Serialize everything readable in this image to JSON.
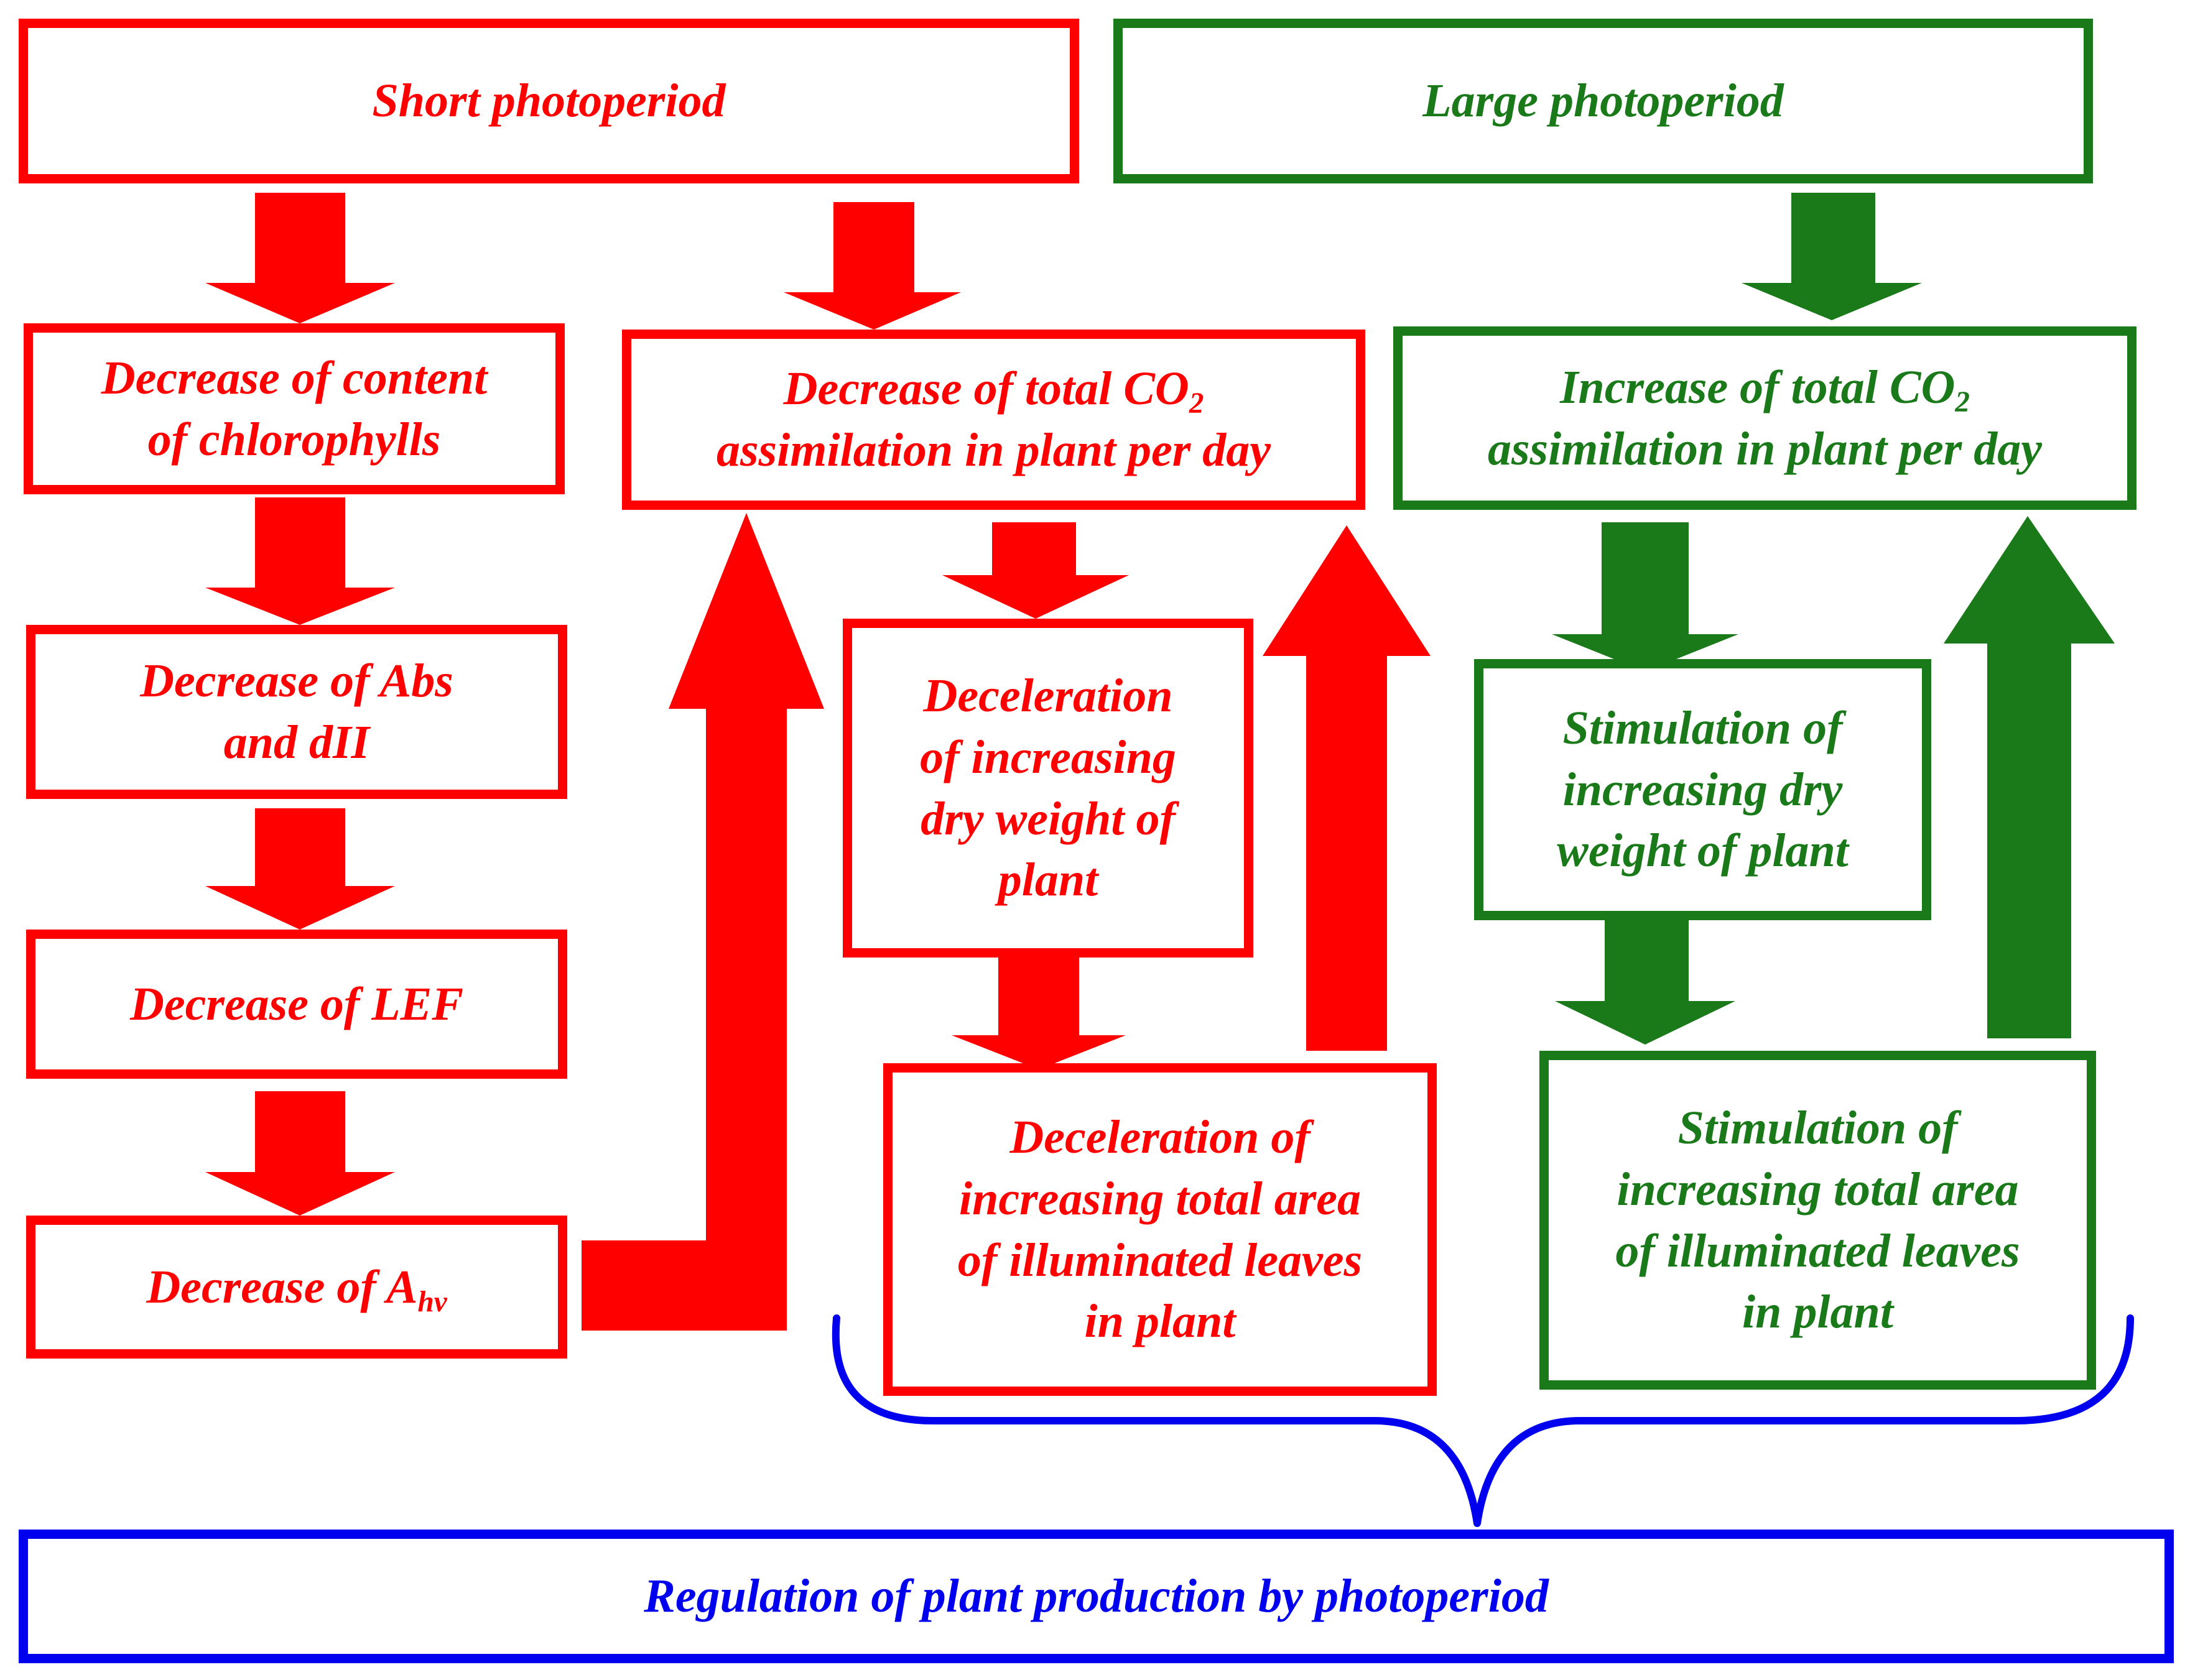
{
  "colors": {
    "short": "#ff0000",
    "large": "#1a7a1a",
    "regulation": "#0000ee"
  },
  "short_photoperiod": "Short photoperiod",
  "large_photoperiod": "Large photoperiod",
  "short_chain": {
    "chlorophylls": [
      "Decrease of content",
      "of chlorophylls"
    ],
    "abs_dii": [
      "Decrease of Abs",
      "and dII"
    ],
    "lef": "Decrease of LEF",
    "ahv": {
      "prefix": "Decrease of A",
      "subscript": "hv"
    }
  },
  "short_co2": {
    "line1": {
      "prefix": "Decrease of total CO",
      "subscript": "2"
    },
    "line2": "assimilation in plant per day"
  },
  "short_dry_weight": [
    "Deceleration",
    "of increasing",
    "dry weight of",
    "plant"
  ],
  "short_leaf_area": [
    "Deceleration of",
    "increasing total area",
    "of illuminated leaves",
    "in plant"
  ],
  "large_co2": {
    "line1": {
      "prefix": "Increase of total CO",
      "subscript": "2"
    },
    "line2": "assimilation in plant per day"
  },
  "large_dry_weight": [
    "Stimulation of",
    "increasing dry",
    "weight of plant"
  ],
  "large_leaf_area": [
    "Stimulation of",
    "increasing total area",
    "of illuminated leaves",
    "in plant"
  ],
  "regulation": "Regulation of plant production by photoperiod"
}
